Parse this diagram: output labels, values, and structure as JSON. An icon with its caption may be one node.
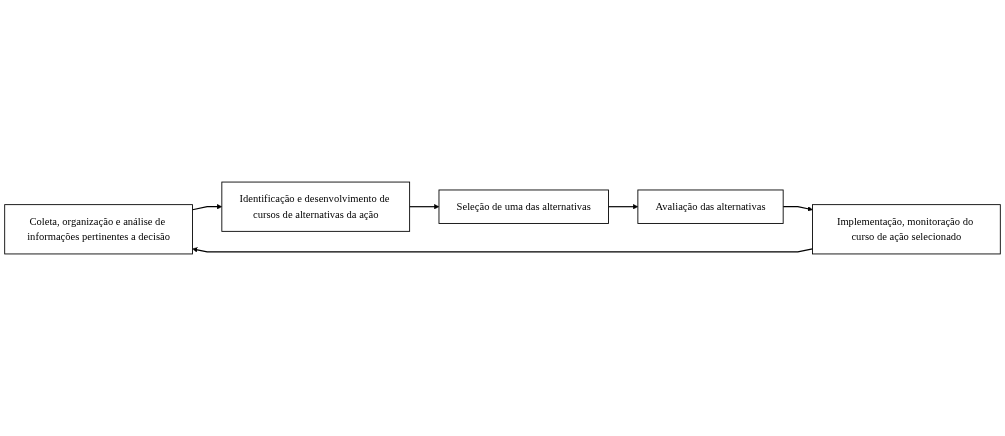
{
  "diagram": {
    "nodes": [
      {
        "text": [
          "Coleta, organização e análise de informações pertinentes a decisão"
        ]
      },
      {
        "text": [
          "Identificação e desenvolvimento de cursos de alternativas da ação"
        ]
      },
      {
        "text": [
          "Seleção de uma das alternativas"
        ]
      },
      {
        "text": [
          "Avaliação das alternativas"
        ]
      },
      {
        "text": [
          "Implementação, monitoração do curso de ação selecionado"
        ]
      }
    ],
    "edges": [
      {
        "from": 0,
        "to": 1,
        "arrow": "to"
      },
      {
        "from": 1,
        "to": 2,
        "arrow": "to"
      },
      {
        "from": 2,
        "to": 3,
        "arrow": "to"
      },
      {
        "from": 3,
        "to": 4,
        "arrow": "to"
      },
      {
        "from": 4,
        "to": 0,
        "arrow": "to"
      }
    ]
  }
}
